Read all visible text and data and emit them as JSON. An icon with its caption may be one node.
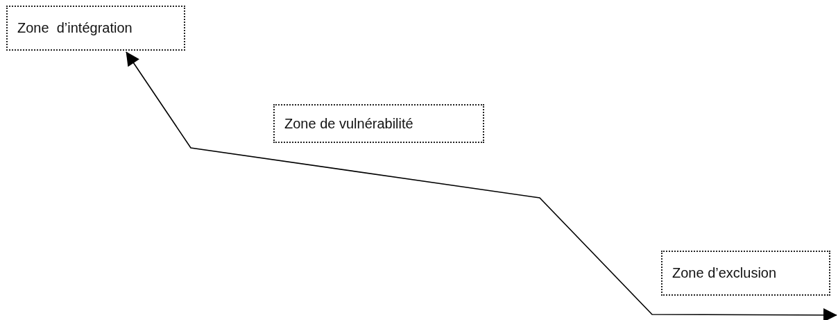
{
  "diagram": {
    "nodes": [
      {
        "text": [
          "Zone  d’intégration"
        ]
      },
      {
        "text": [
          "Zone de vulnérabilité"
        ]
      },
      {
        "text": [
          "Zone d’exclusion"
        ]
      }
    ],
    "edges": [
      {
        "from": 2,
        "to": 0,
        "arrow": "both"
      }
    ]
  }
}
